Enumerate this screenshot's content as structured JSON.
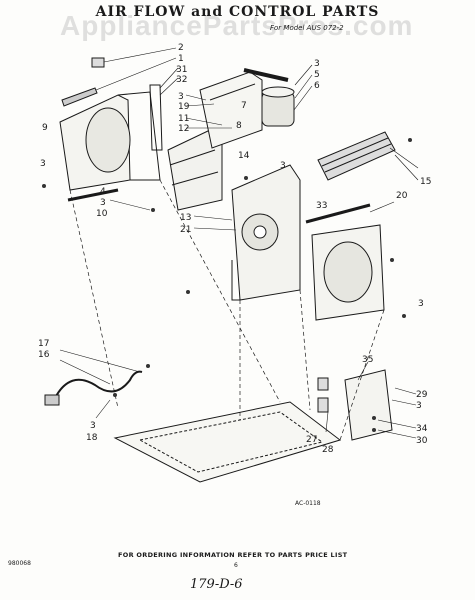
{
  "header": {
    "title": "AIR FLOW and CONTROL PARTS",
    "subtitle": "For Model AUS 072-2",
    "watermark": "AppliancePartsPros.com"
  },
  "diagram_code": "AC-0118",
  "footer": {
    "ordering_note": "FOR ORDERING INFORMATION REFER TO PARTS PRICE LIST",
    "left_code": "980068",
    "page_number": "6",
    "handwritten": "179-D-6"
  },
  "callouts": [
    "2",
    "1",
    "31",
    "32",
    "9",
    "3",
    "19",
    "11",
    "12",
    "7",
    "8",
    "14",
    "3",
    "5",
    "6",
    "3",
    "4",
    "3",
    "10",
    "13",
    "21",
    "3",
    "15",
    "33",
    "20",
    "3",
    "17",
    "16",
    "3",
    "18",
    "35",
    "29",
    "3",
    "34",
    "27",
    "28",
    "30"
  ]
}
